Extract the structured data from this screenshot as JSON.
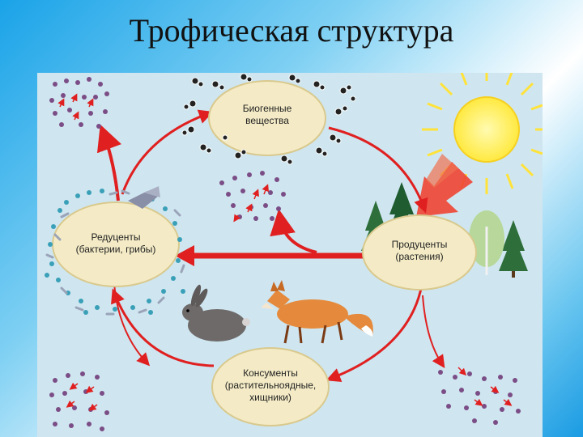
{
  "title": "Трофическая структура",
  "nodes": {
    "biogenic": {
      "line1": "Биогенные",
      "line2": "вещества"
    },
    "producers": {
      "line1": "Продуценты",
      "line2": "(растения)"
    },
    "consumers": {
      "line1": "Консументы",
      "line2": "(растительноядные,",
      "line3": "хищники)"
    },
    "decomposers": {
      "line1": "Редуценты",
      "line2": "(бактерии, грибы)"
    }
  },
  "colors": {
    "arrow": "#e02020",
    "node_fill": "#f4ebc6",
    "node_stroke": "#d9c98e",
    "sun": "#ffe940",
    "particle": "#7b4d86",
    "background": "#cfe6f0"
  },
  "icons": [
    "sun-icon",
    "tree-icon",
    "birch-icon",
    "rabbit-icon",
    "fox-icon",
    "bacteria-icon",
    "molecule-icon"
  ]
}
